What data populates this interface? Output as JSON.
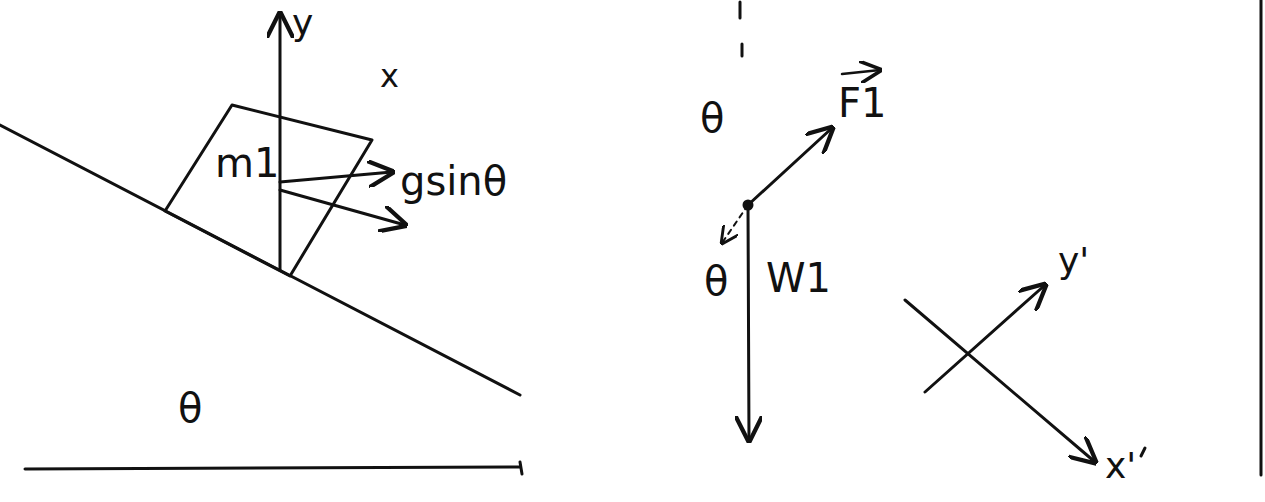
{
  "diagram": {
    "nodes": [
      {
        "text": [
          "m1"
        ]
      }
    ],
    "labels": [
      "y",
      "x",
      "gsinθ",
      "θ",
      "θ",
      "F1",
      "θ",
      "W1",
      "y'",
      "x'"
    ]
  }
}
